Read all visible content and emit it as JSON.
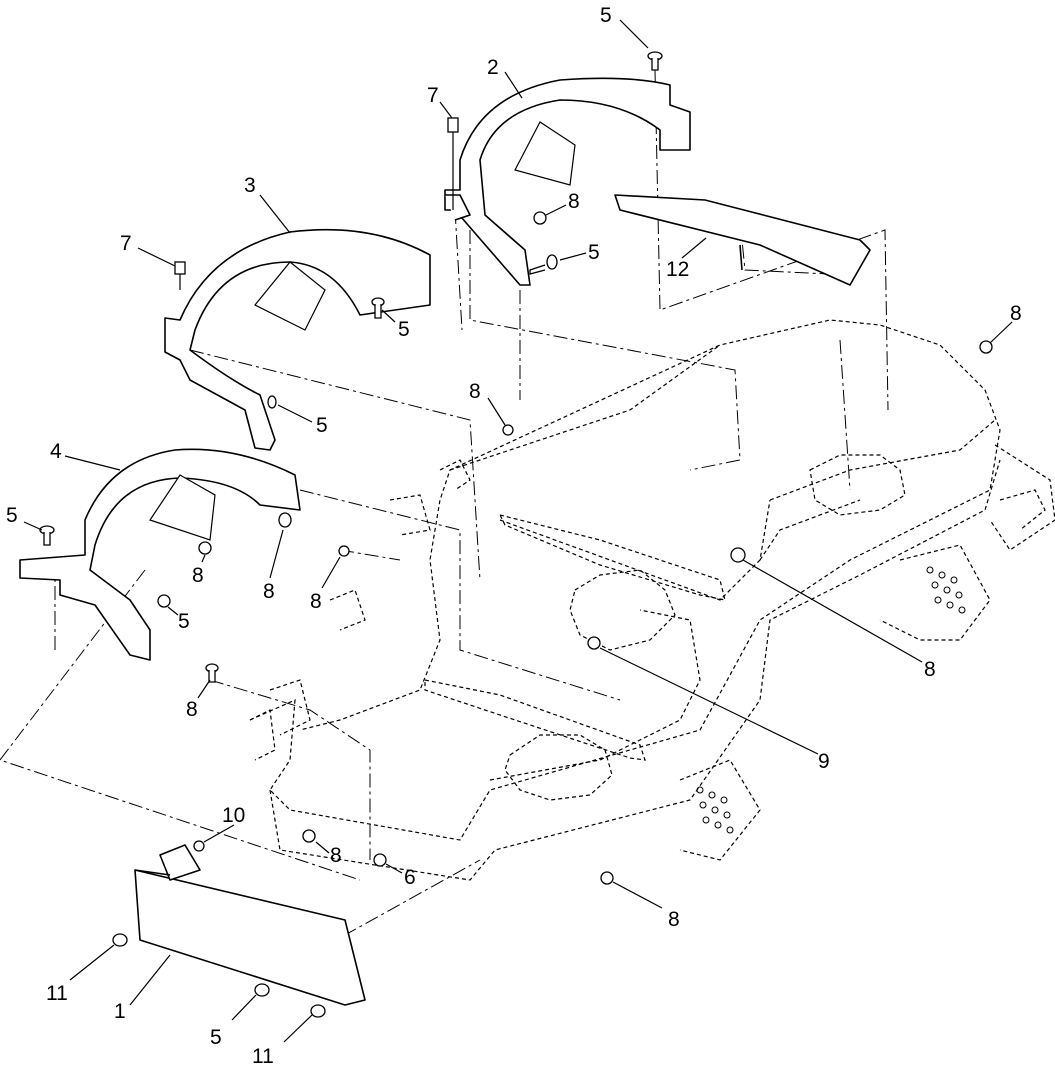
{
  "callouts": [
    {
      "label": "5"
    },
    {
      "label": "2"
    },
    {
      "label": "7"
    },
    {
      "label": "8"
    },
    {
      "label": "5"
    },
    {
      "label": "12"
    },
    {
      "label": "3"
    },
    {
      "label": "7"
    },
    {
      "label": "5"
    },
    {
      "label": "8"
    },
    {
      "label": "8"
    },
    {
      "label": "5"
    },
    {
      "label": "4"
    },
    {
      "label": "5"
    },
    {
      "label": "8"
    },
    {
      "label": "5"
    },
    {
      "label": "8"
    },
    {
      "label": "8"
    },
    {
      "label": "8"
    },
    {
      "label": "9"
    },
    {
      "label": "8"
    },
    {
      "label": "10"
    },
    {
      "label": "8"
    },
    {
      "label": "6"
    },
    {
      "label": "8"
    },
    {
      "label": "11"
    },
    {
      "label": "1"
    },
    {
      "label": "5"
    },
    {
      "label": "11"
    }
  ]
}
